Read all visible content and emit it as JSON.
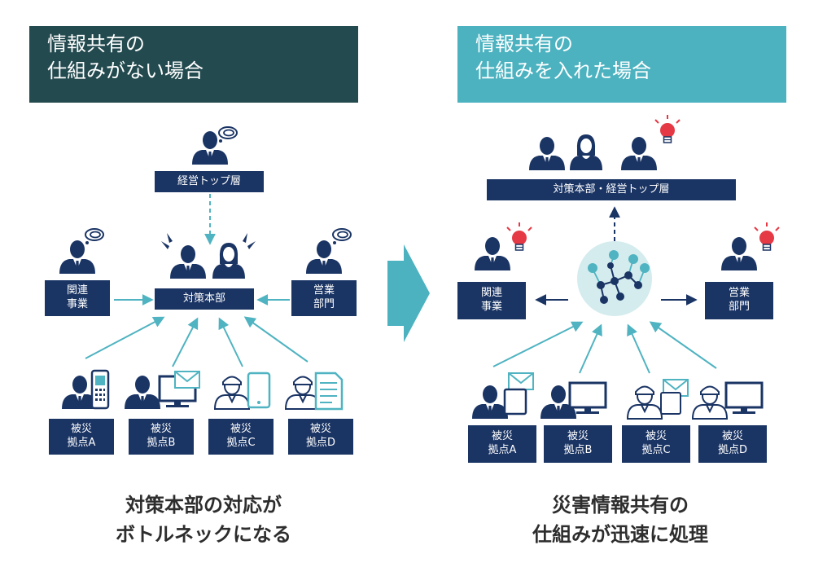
{
  "left": {
    "header": {
      "line1": "情報共有の",
      "line2": "仕組みがない場合"
    },
    "top_label": "経営トップ層",
    "hq_label": "対策本部",
    "related": {
      "line1": "関連",
      "line2": "事業"
    },
    "sales": {
      "line1": "営業",
      "line2": "部門"
    },
    "sites": [
      {
        "line1": "被災",
        "line2": "拠点A"
      },
      {
        "line1": "被災",
        "line2": "拠点B"
      },
      {
        "line1": "被災",
        "line2": "拠点C"
      },
      {
        "line1": "被災",
        "line2": "拠点D"
      }
    ],
    "caption": {
      "line1": "対策本部の対応が",
      "line2": "ボトルネックになる"
    }
  },
  "right": {
    "header": {
      "line1": "情報共有の",
      "line2": "仕組みを入れた場合"
    },
    "top_label": "対策本部・経営トップ層",
    "related": {
      "line1": "関連",
      "line2": "事業"
    },
    "sales": {
      "line1": "営業",
      "line2": "部門"
    },
    "sites": [
      {
        "line1": "被災",
        "line2": "拠点A"
      },
      {
        "line1": "被災",
        "line2": "拠点B"
      },
      {
        "line1": "被災",
        "line2": "拠点C"
      },
      {
        "line1": "被災",
        "line2": "拠点D"
      }
    ],
    "caption": {
      "line1": "災害情報共有の",
      "line2": "仕組みが迅速に処理"
    }
  },
  "colors": {
    "header_left": "#234a4f",
    "header_right": "#4cb2c0",
    "label_navy": "#1a3464",
    "arrow_teal": "#4fb3c1",
    "bulb_red": "#e53945",
    "caption_text": "#2d2d2d"
  }
}
